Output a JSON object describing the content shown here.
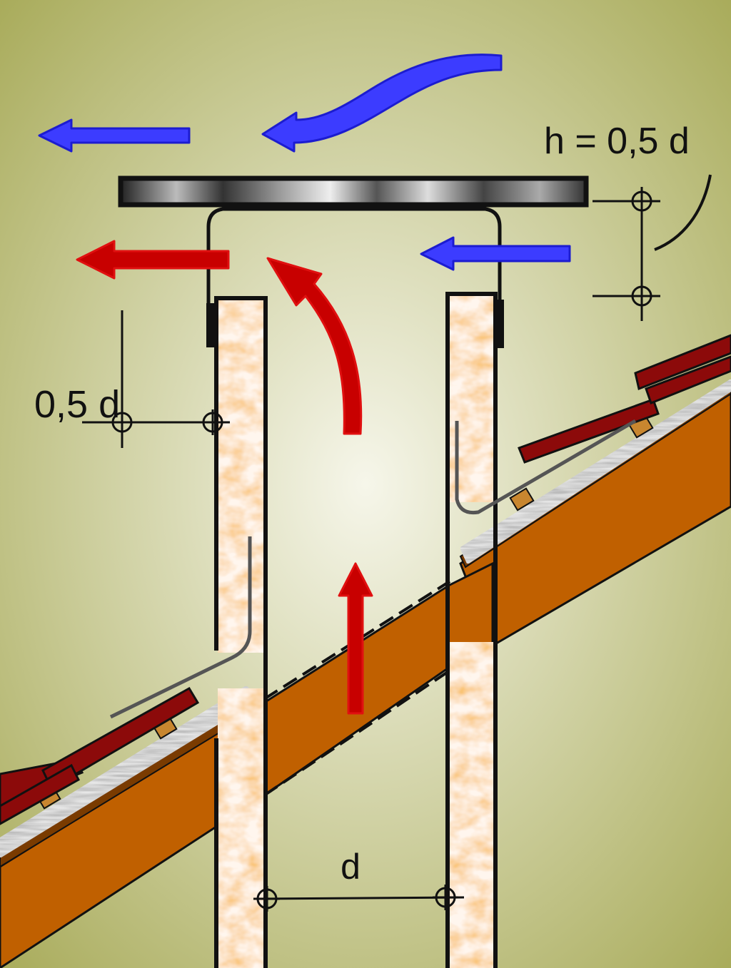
{
  "labels": {
    "cap_height": "h = 0,5 d",
    "cap_overlap": "0,5 d",
    "pipe_diameter": "d"
  },
  "colors": {
    "background_center": "#f6f6ea",
    "background_edge": "#a4a752",
    "wind_arrow": "#3c3cff",
    "exhaust_arrow": "#c80000",
    "roof_timber": "#c06000",
    "roof_tile": "#8c0a0a",
    "insulation": "#f39a46",
    "pipe_wall": "#111111",
    "flashing": "#555555"
  },
  "arrows": [
    {
      "name": "wind-arrow-top-left",
      "kind": "wind"
    },
    {
      "name": "wind-arrow-top-curved",
      "kind": "wind"
    },
    {
      "name": "wind-arrow-right-inlet",
      "kind": "wind"
    },
    {
      "name": "exhaust-arrow-left-outlet",
      "kind": "exhaust"
    },
    {
      "name": "exhaust-arrow-curved",
      "kind": "exhaust"
    },
    {
      "name": "exhaust-arrow-rising",
      "kind": "exhaust"
    }
  ]
}
